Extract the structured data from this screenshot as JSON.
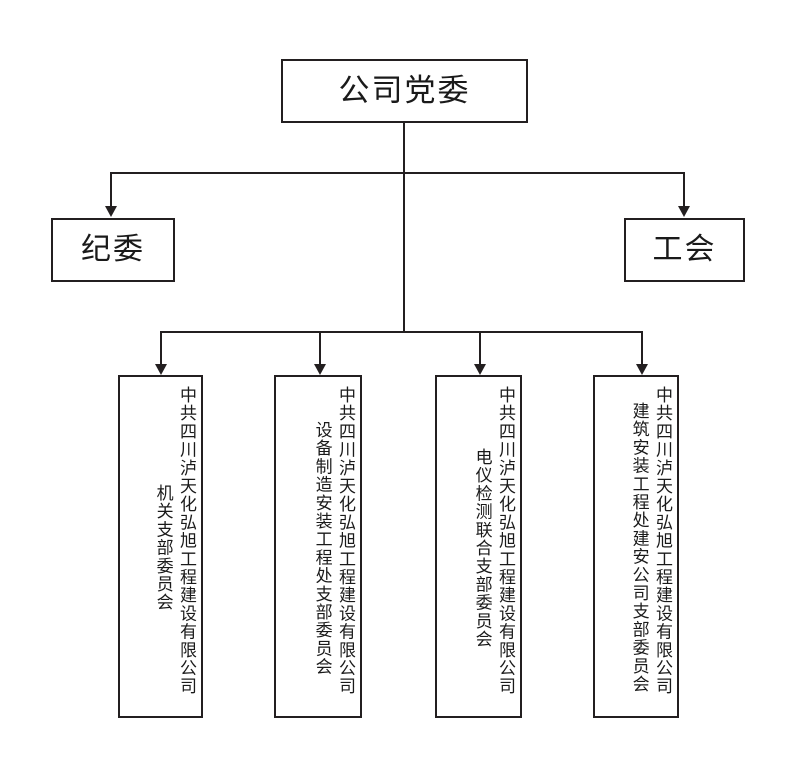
{
  "diagram": {
    "type": "organization-chart",
    "orientation": "top-down",
    "line_color": "#231f20",
    "box_fill": "#ffffff",
    "text_color": "#1a1a1a",
    "levels": 3
  },
  "root": {
    "label": "公司党委"
  },
  "level2": [
    {
      "label": "纪委"
    },
    {
      "label": "工会"
    }
  ],
  "level3": [
    {
      "company": "中共四川泸天化弘旭工程建设有限公司",
      "branch": "机关支部委员会"
    },
    {
      "company": "中共四川泸天化弘旭工程建设有限公司",
      "branch": "设备制造安装工程处支部委员会"
    },
    {
      "company": "中共四川泸天化弘旭工程建设有限公司",
      "branch": "电仪检测联合支部委员会"
    },
    {
      "company": "中共四川泸天化弘旭工程建设有限公司",
      "branch": "建筑安装工程处建安公司支部委员会"
    }
  ]
}
